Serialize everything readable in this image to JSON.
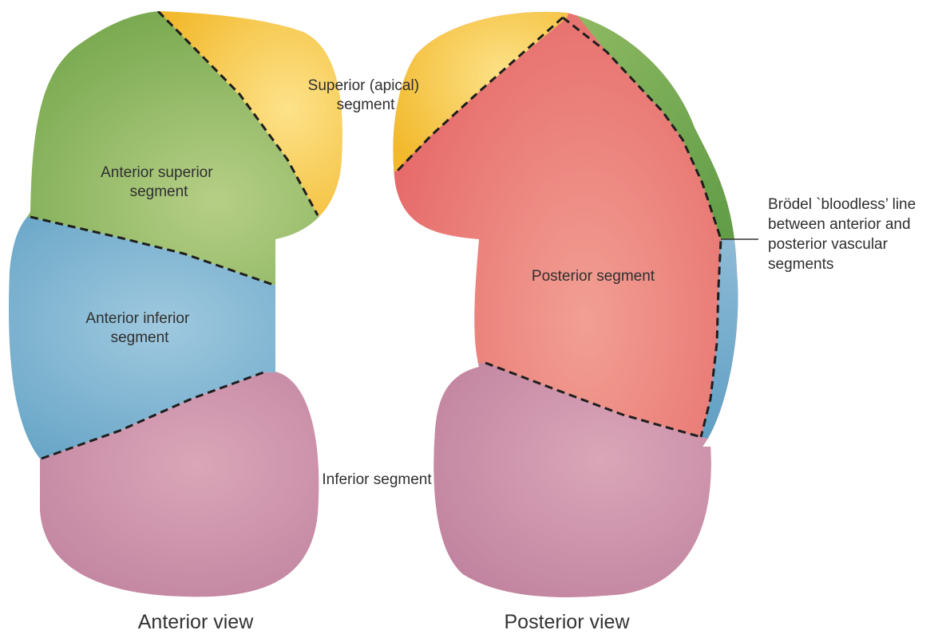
{
  "segments": {
    "superior": {
      "label_lines": [
        "Superior (apical)",
        "segment"
      ]
    },
    "anterior_superior": {
      "label_lines": [
        "Anterior superior",
        "segment"
      ]
    },
    "anterior_inferior": {
      "label_lines": [
        "Anterior inferior",
        "segment"
      ]
    },
    "posterior": {
      "label_lines": [
        "Posterior segment"
      ]
    },
    "inferior": {
      "label_lines": [
        "Inferior segment"
      ]
    }
  },
  "annotation": {
    "lines": [
      "Brödel `bloodless’ line",
      "between anterior and",
      "posterior vascular",
      "segments"
    ]
  },
  "captions": {
    "anterior": "Anterior view",
    "posterior": "Posterior view"
  },
  "colors": {
    "superior": "#f6c43c",
    "anterior_superior": "#8cb55a",
    "anterior_inferior": "#79b2d0",
    "posterior": "#e8716e",
    "inferior": "#c98ca8"
  }
}
